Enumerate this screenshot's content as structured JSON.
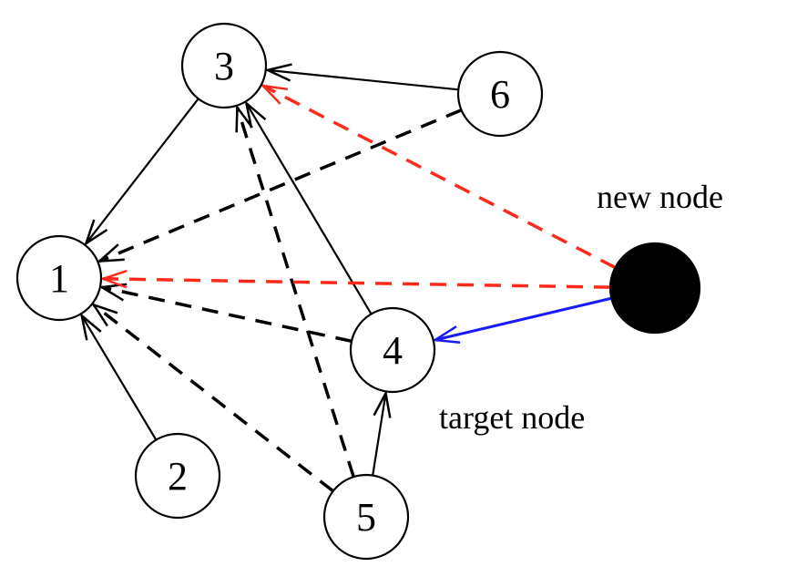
{
  "colors": {
    "solid_edge": "#000000",
    "dashed_edge": "#000000",
    "new_edge_dashed": "#ff2a1a",
    "new_edge_solid": "#1a1aff",
    "new_node_fill": "#000000"
  },
  "nodes": [
    {
      "id": "1",
      "label": "1"
    },
    {
      "id": "2",
      "label": "2"
    },
    {
      "id": "3",
      "label": "3"
    },
    {
      "id": "4",
      "label": "4"
    },
    {
      "id": "5",
      "label": "5"
    },
    {
      "id": "6",
      "label": "6"
    },
    {
      "id": "new",
      "label": ""
    }
  ],
  "edges": [
    {
      "from": "3",
      "to": "1",
      "style": "solid"
    },
    {
      "from": "2",
      "to": "1",
      "style": "solid"
    },
    {
      "from": "6",
      "to": "3",
      "style": "solid"
    },
    {
      "from": "4",
      "to": "3",
      "style": "solid"
    },
    {
      "from": "5",
      "to": "4",
      "style": "solid"
    },
    {
      "from": "6",
      "to": "1",
      "style": "dashed"
    },
    {
      "from": "4",
      "to": "1",
      "style": "dashed"
    },
    {
      "from": "5",
      "to": "1",
      "style": "dashed"
    },
    {
      "from": "5",
      "to": "3",
      "style": "dashed"
    },
    {
      "from": "new",
      "to": "3",
      "style": "dashed-red"
    },
    {
      "from": "new",
      "to": "1",
      "style": "dashed-red"
    },
    {
      "from": "new",
      "to": "4",
      "style": "solid-blue"
    }
  ],
  "captions": {
    "new_node": "new node",
    "target_node": "target node"
  }
}
